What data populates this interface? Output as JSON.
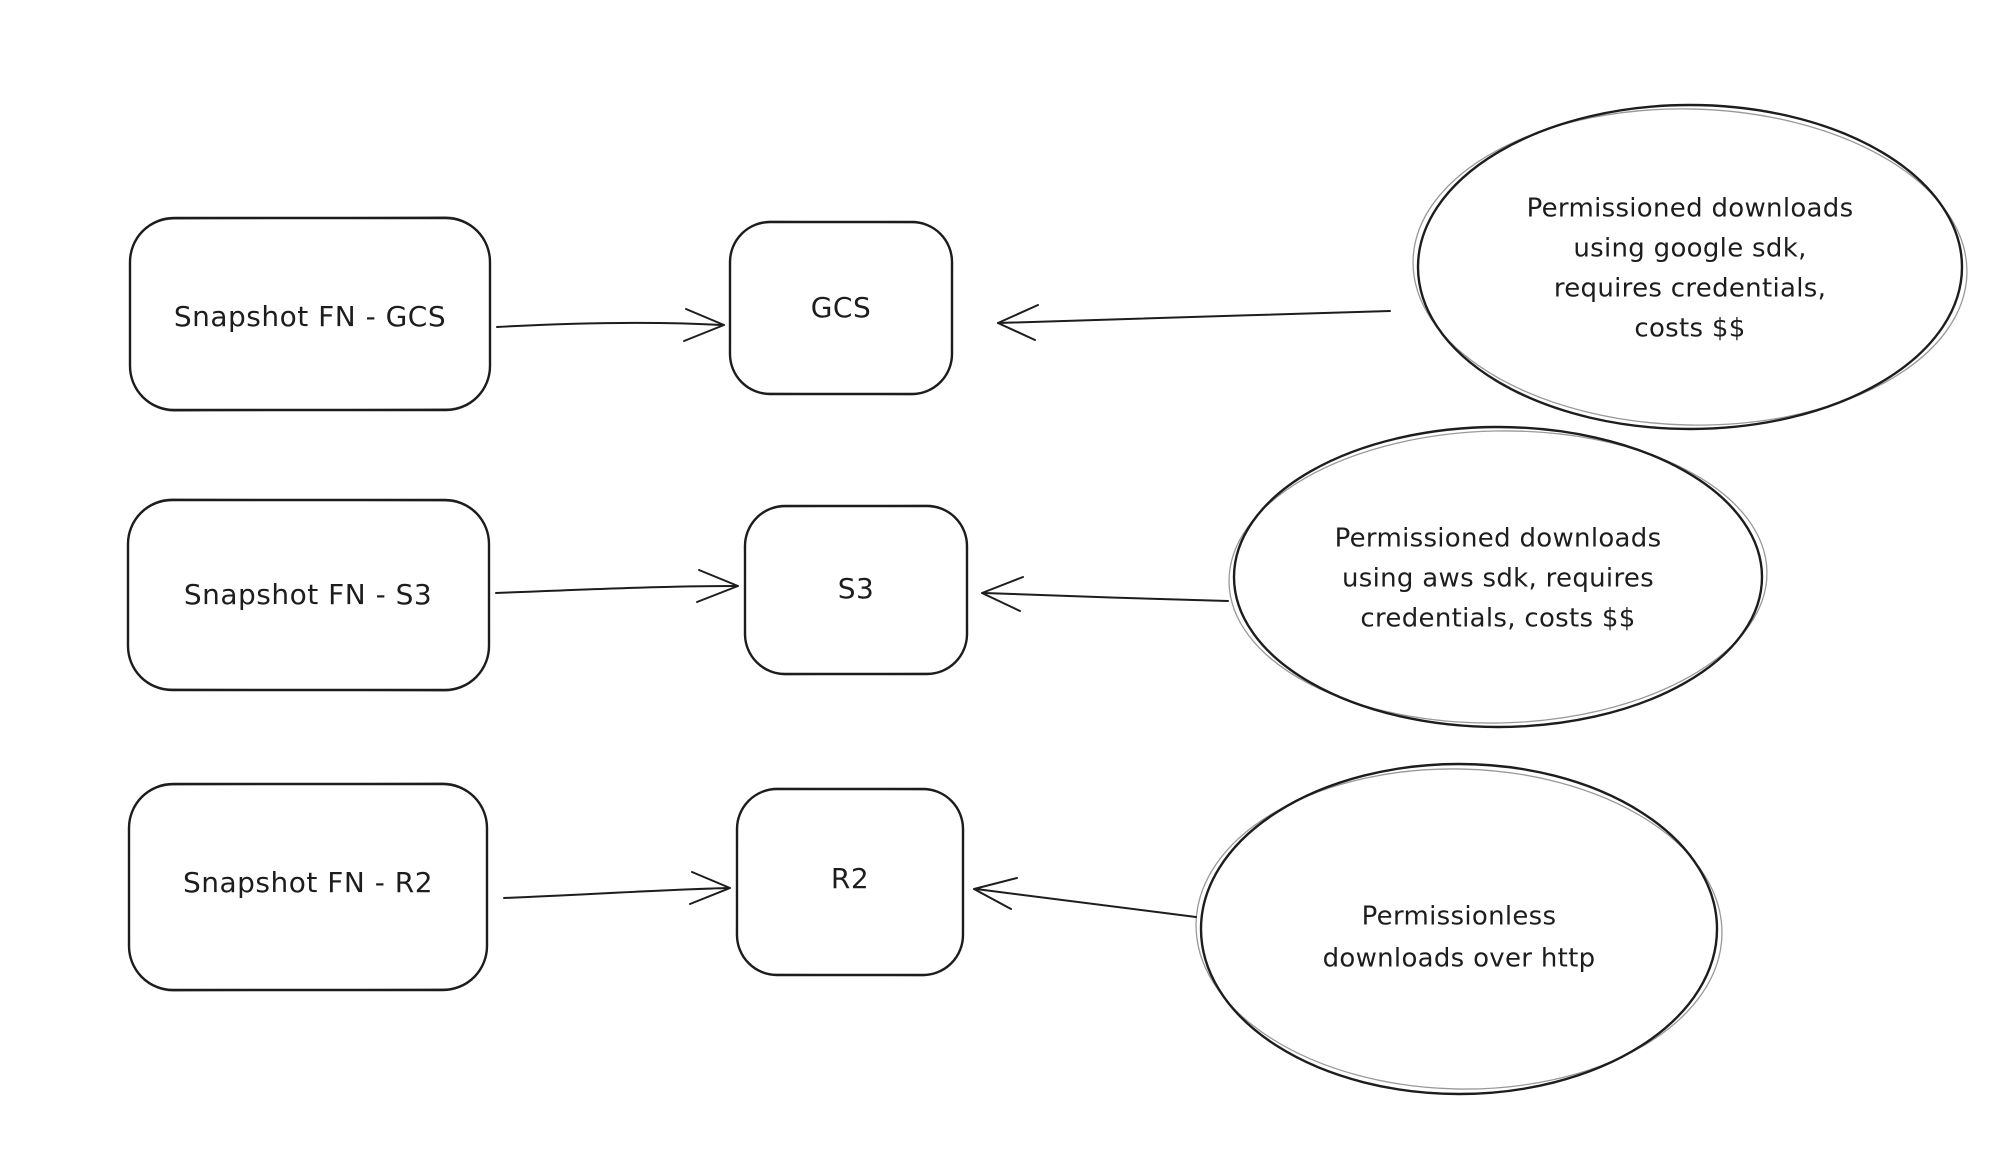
{
  "diagram": {
    "ink_color": "#1d1d1d",
    "background_color": "#ffffff",
    "rows": [
      {
        "source_label": "Snapshot FN - GCS",
        "target_label": "GCS",
        "note_lines": [
          "Permissioned downloads",
          "using google sdk,",
          "requires credentials,",
          "costs $$"
        ]
      },
      {
        "source_label": "Snapshot FN - S3",
        "target_label": "S3",
        "note_lines": [
          "Permissioned downloads",
          "using aws sdk, requires",
          "credentials, costs $$"
        ]
      },
      {
        "source_label": "Snapshot FN - R2",
        "target_label": "R2",
        "note_lines": [
          "Permissionless",
          "downloads over http"
        ]
      }
    ]
  }
}
